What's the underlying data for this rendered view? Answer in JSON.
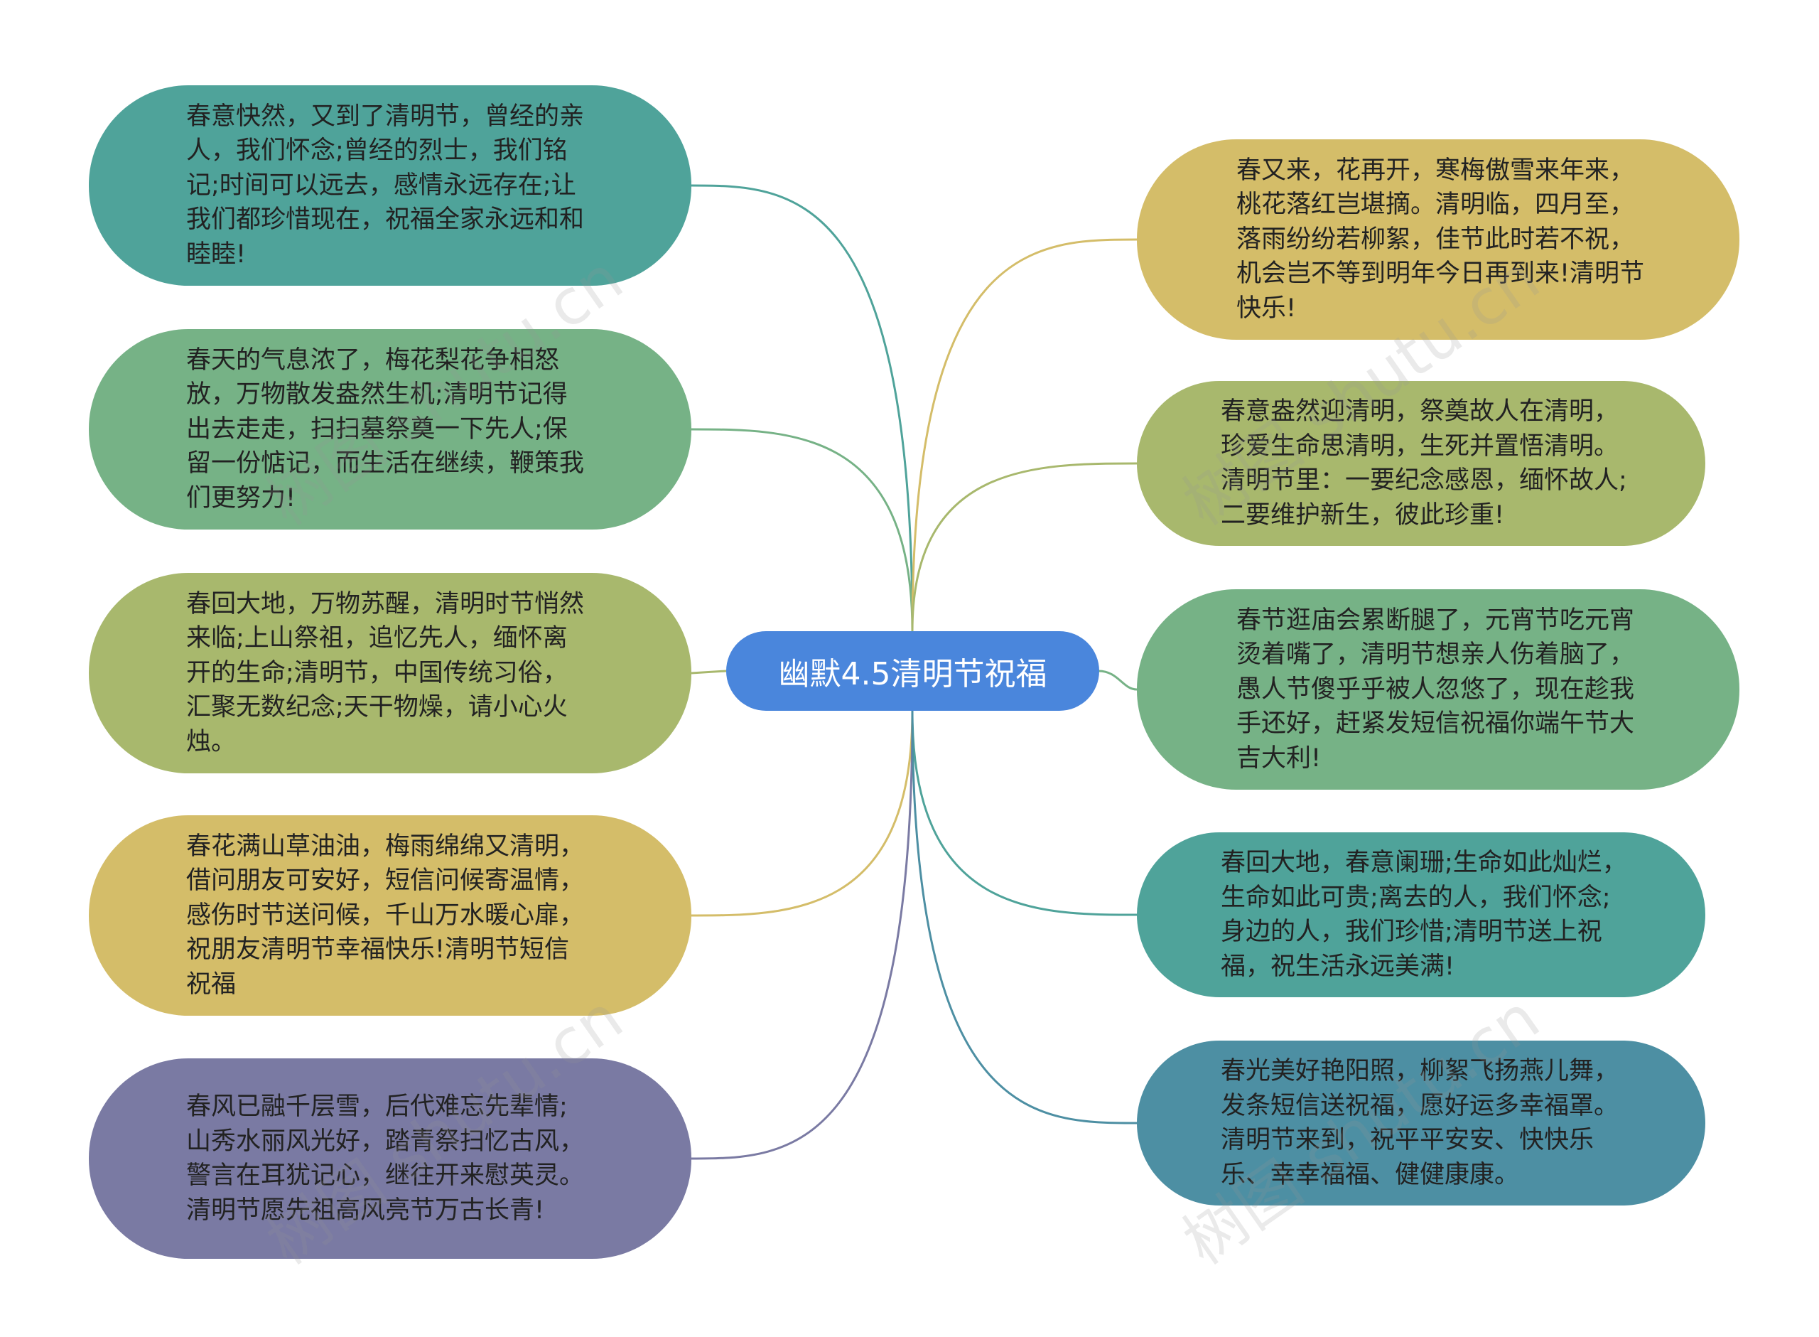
{
  "center": {
    "title": "幽默4.5清明节祝福",
    "color": "#4a86dc"
  },
  "left_branches": [
    {
      "text": "春意快然，又到了清明节，曾经的亲人，我们怀念;曾经的烈士，我们铭记;时间可以远去，感情永远存在;让我们都珍惜现在，祝福全家永远和和睦睦!",
      "color": "#4fa39a",
      "line_color": "#4fa39a"
    },
    {
      "text": "春天的气息浓了，梅花梨花争相怒放，万物散发盎然生机;清明节记得出去走走，扫扫墓祭奠一下先人;保留一份惦记，而生活在继续，鞭策我们更努力!",
      "color": "#76b286",
      "line_color": "#76b286"
    },
    {
      "text": "春回大地，万物苏醒，清明时节悄然来临;上山祭祖，追忆先人，缅怀离开的生命;清明节，中国传统习俗，汇聚无数纪念;天干物燥，请小心火烛。",
      "color": "#a8b86d",
      "line_color": "#a8b86d"
    },
    {
      "text": "春花满山草油油，梅雨绵绵又清明，借问朋友可安好，短信问候寄温情，感伤时节送问候，千山万水暖心扉，祝朋友清明节幸福快乐!清明节短信祝福",
      "color": "#d4bd69",
      "line_color": "#d4bd69"
    },
    {
      "text": "春风已融千层雪，后代难忘先辈情;山秀水丽风光好，踏青祭扫忆古风，警言在耳犹记心，继往开来慰英灵。清明节愿先祖高风亮节万古长青!",
      "color": "#7a7aa3",
      "line_color": "#7a7aa3"
    }
  ],
  "right_branches": [
    {
      "text": "春又来，花再开，寒梅傲雪来年来，桃花落红岂堪摘。清明临，四月至，落雨纷纷若柳絮，佳节此时若不祝，机会岂不等到明年今日再到来!清明节快乐!",
      "color": "#d4bd69",
      "line_color": "#d4bd69"
    },
    {
      "text": "春意盎然迎清明，祭奠故人在清明，珍爱生命思清明，生死并置悟清明。清明节里：一要纪念感恩，缅怀故人;二要维护新生，彼此珍重!",
      "color": "#a8b86d",
      "line_color": "#a8b86d"
    },
    {
      "text": "春节逛庙会累断腿了，元宵节吃元宵烫着嘴了，清明节想亲人伤着脑了，愚人节傻乎乎被人忽悠了，现在趁我手还好，赶紧发短信祝福你端午节大吉大利!",
      "color": "#76b286",
      "line_color": "#76b286"
    },
    {
      "text": "春回大地，春意阑珊;生命如此灿烂，生命如此可贵;离去的人，我们怀念;身边的人，我们珍惜;清明节送上祝福，祝生活永远美满!",
      "color": "#4fa39a",
      "line_color": "#4fa39a"
    },
    {
      "text": "春光美好艳阳照，柳絮飞扬燕儿舞，发条短信送祝福，愿好运多幸福罩。清明节来到，祝平平安安、快快乐乐、幸幸福福、健健康康。",
      "color": "#4d8fa3",
      "line_color": "#4d8fa3"
    }
  ],
  "watermarks": [
    "树图 shutu.cn",
    "树图 shutu.cn",
    "树图 shutu.cn",
    "树图 shutu.cn"
  ]
}
